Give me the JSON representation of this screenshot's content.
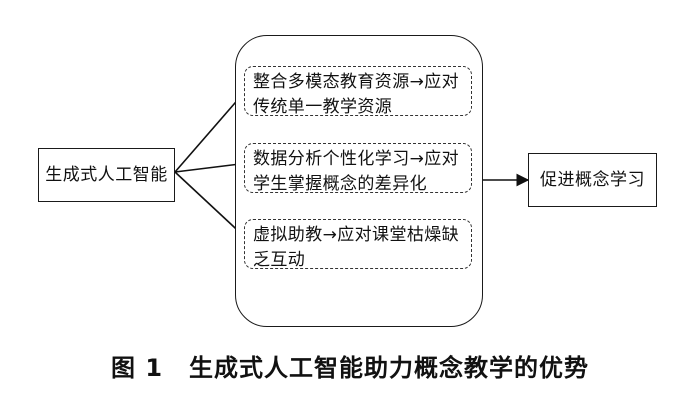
{
  "source_node": {
    "label": "生成式人工智能"
  },
  "advantages": [
    {
      "label": "整合多模态教育资源→应对传统单一教学资源"
    },
    {
      "label": "数据分析个性化学习→应对学生掌握概念的差异化"
    },
    {
      "label": "虚拟助教→应对课堂枯燥缺乏互动"
    }
  ],
  "target_node": {
    "label": "促进概念学习"
  },
  "caption": {
    "figure_number": "图 1",
    "title": "生成式人工智能助力概念教学的优势"
  }
}
